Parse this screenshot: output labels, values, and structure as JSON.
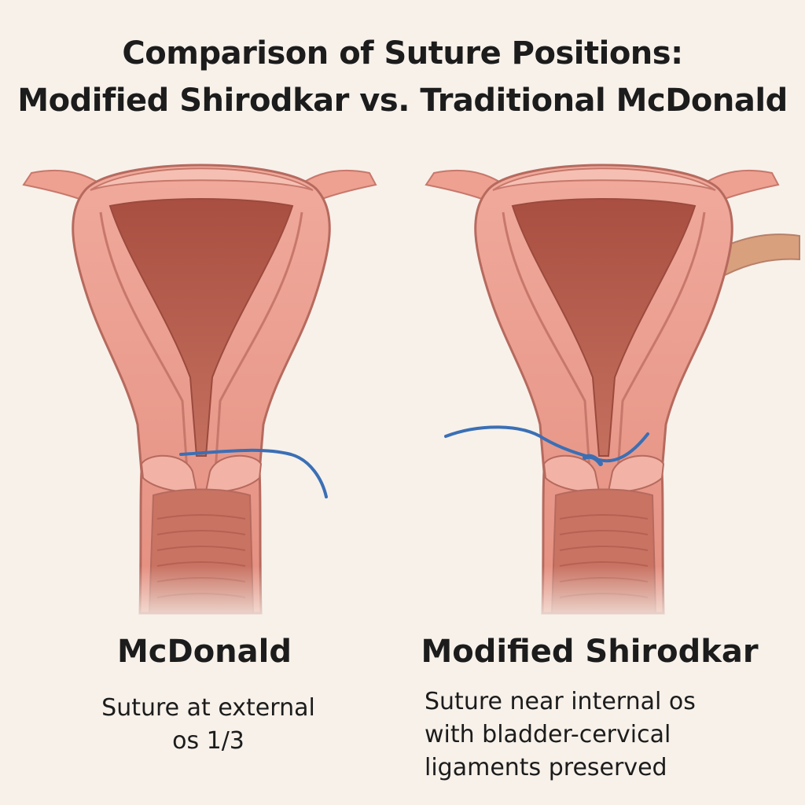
{
  "title": {
    "line1": "Comparison of Suture Positions:",
    "line2": "Modified Shirodkar vs. Traditional McDonald"
  },
  "panels": [
    {
      "label": "McDonald",
      "description_lines": [
        "Suture at external",
        "os 1/3"
      ]
    },
    {
      "label": "Modified Shirodkar",
      "description_lines": [
        "Suture near internal os",
        "with bladder-cervical",
        "ligaments preserved"
      ]
    }
  ],
  "colors": {
    "background": "#f7f1ea",
    "tissue": "#e7998c",
    "tissue_light": "#f2b3a6",
    "cavity": "#b65f50",
    "outline": "#b66a5e",
    "suture": "#3b6fb5",
    "ligament": "#d9a07e",
    "text": "#1c1c1c"
  }
}
